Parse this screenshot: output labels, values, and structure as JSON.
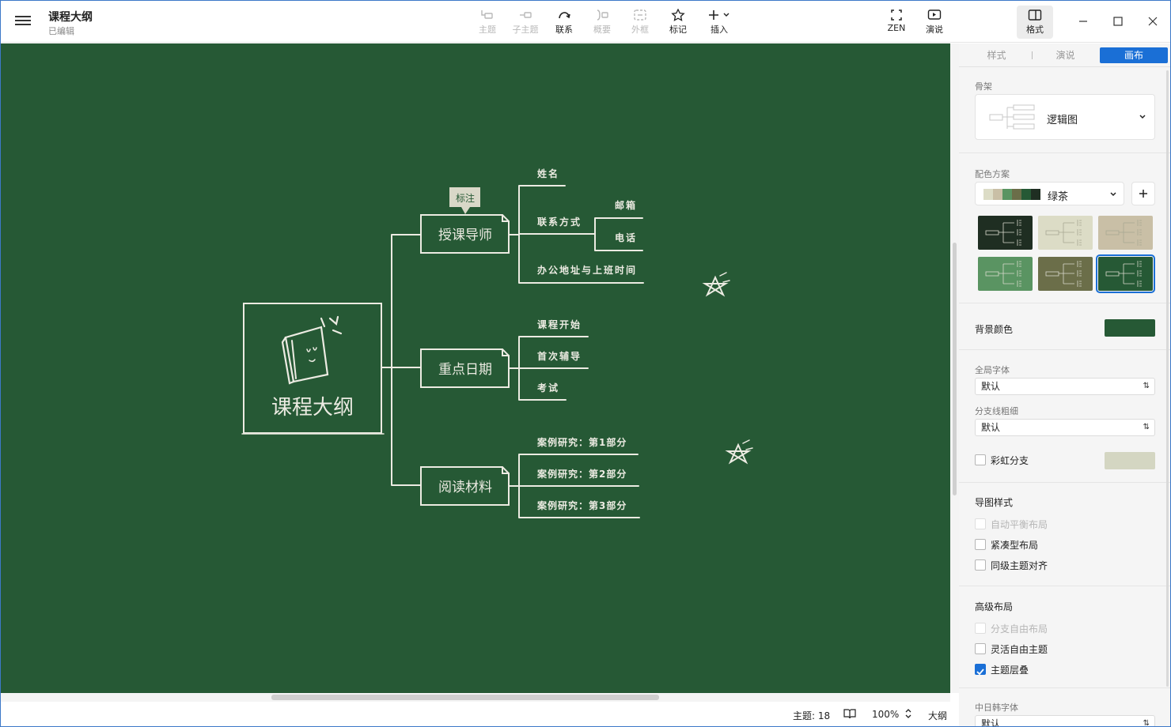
{
  "app": {
    "title": "课程大纲",
    "status": "已编辑"
  },
  "toolbar": {
    "topic": "主题",
    "subtopic": "子主题",
    "relationship": "联系",
    "summary": "概要",
    "boundary": "外框",
    "marker": "标记",
    "insert": "插入",
    "zen": "ZEN",
    "pitch": "演说",
    "format": "格式"
  },
  "mindmap": {
    "central": "课程大纲",
    "callout": "标注",
    "branches": [
      {
        "label": "授课导师",
        "children": [
          "姓名",
          "联系方式",
          "办公地址与上班时间"
        ],
        "grandchildren": [
          "邮箱",
          "电话"
        ]
      },
      {
        "label": "重点日期",
        "children": [
          "课程开始",
          "首次辅导",
          "考试"
        ]
      },
      {
        "label": "阅读材料",
        "children": [
          "案例研究：第1部分",
          "案例研究：第2部分",
          "案例研究：第3部分"
        ]
      }
    ]
  },
  "statusbar": {
    "topic_count": "主题: 18",
    "zoom": "100%",
    "outline": "大纲"
  },
  "panel": {
    "tabs": [
      "样式",
      "演说",
      "画布"
    ],
    "active_tab": "画布",
    "skeleton_label": "骨架",
    "skeleton_value": "逻辑图",
    "color_scheme_label": "配色方案",
    "color_scheme_value": "绿茶",
    "background_label": "背景颜色",
    "background_color": "#265935",
    "global_font_label": "全局字体",
    "global_font_value": "默认",
    "branch_width_label": "分支线粗细",
    "branch_width_value": "默认",
    "rainbow_label": "彩虹分支",
    "map_style_label": "导图样式",
    "auto_balance": "自动平衡布局",
    "compact": "紧凑型布局",
    "align_same_level": "同级主题对齐",
    "advanced_label": "高级布局",
    "branch_free": "分支自由布局",
    "flexible_free": "灵活自由主题",
    "topic_overlap": "主题层叠",
    "cjk_font_label": "中日韩字体",
    "cjk_font_value": "默认"
  },
  "colors": {
    "accent": "#1a6fd6",
    "canvas": "#265935",
    "chalk": "#ecebe2",
    "swatches": [
      "#1f2e22",
      "#dcdcc6",
      "#c9bfa6",
      "#5a9462",
      "#6b6e49",
      "#265935"
    ]
  }
}
